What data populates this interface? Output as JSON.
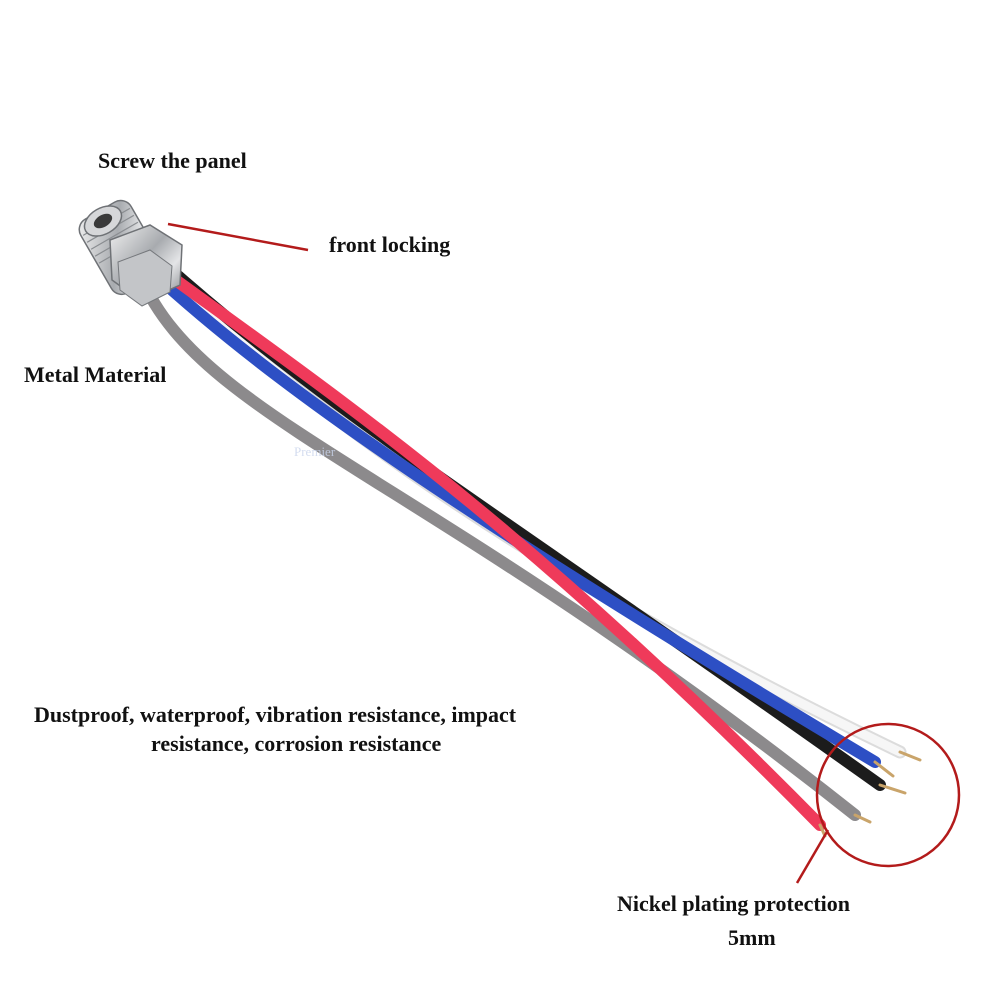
{
  "labels": {
    "screw_panel": "Screw the panel",
    "front_locking": "front locking",
    "metal_material": "Metal Material",
    "features_line1": "Dustproof, waterproof, vibration resistance, impact",
    "features_line2": "resistance, corrosion resistance",
    "nickel_line1": "Nickel plating protection",
    "nickel_line2": "5mm"
  },
  "watermark": "Premier",
  "colors": {
    "wire_black": "#1c1c1c",
    "wire_red": "#ef3a5a",
    "wire_blue": "#2d4fc4",
    "wire_gray": "#8c8a8c",
    "wire_white": "#f4f4f4",
    "callout": "#b31b1b",
    "metal": "#b9bcc0"
  }
}
